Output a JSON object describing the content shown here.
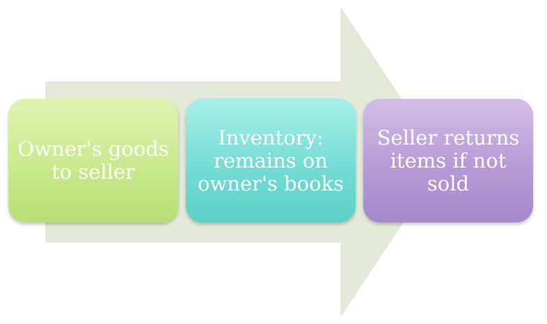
{
  "steps": [
    {
      "label": "Owner's goods to seller",
      "color": "#c9e98c"
    },
    {
      "label": "Inventory: remains on owner's books",
      "color": "#74dcd4"
    },
    {
      "label": "Seller returns items if not sold",
      "color": "#b79ad6"
    }
  ],
  "arrow": {
    "color": "#e3ead9"
  }
}
